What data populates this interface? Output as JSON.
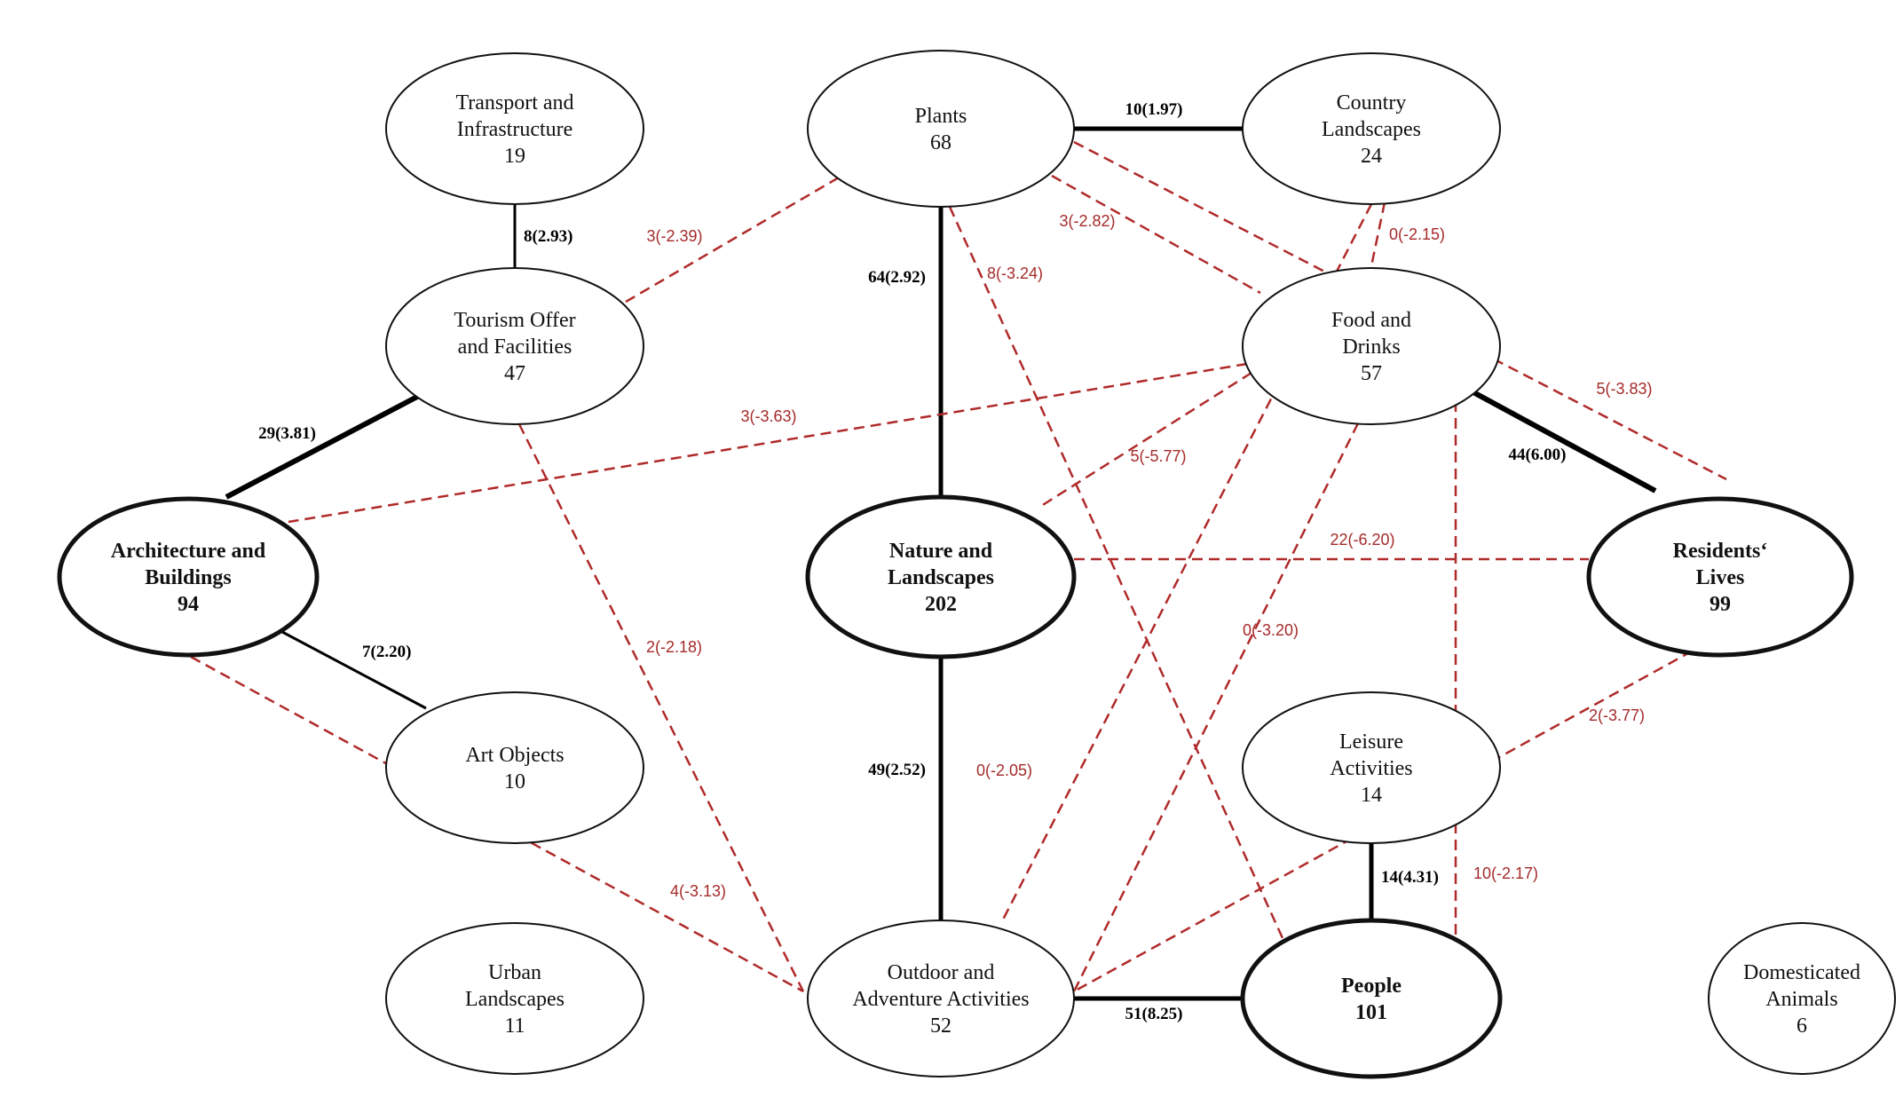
{
  "nodes": [
    {
      "id": "transport",
      "lines": [
        "Transport and",
        "Infrastructure",
        "19"
      ],
      "bold": false
    },
    {
      "id": "plants",
      "lines": [
        "Plants",
        "68"
      ],
      "bold": false
    },
    {
      "id": "country",
      "lines": [
        "Country",
        "Landscapes",
        "24"
      ],
      "bold": false
    },
    {
      "id": "tourism",
      "lines": [
        "Tourism Offer",
        "and Facilities",
        "47"
      ],
      "bold": false
    },
    {
      "id": "food",
      "lines": [
        "Food and",
        "Drinks",
        "57"
      ],
      "bold": false
    },
    {
      "id": "architecture",
      "lines": [
        "Architecture and",
        "Buildings",
        "94"
      ],
      "bold": true
    },
    {
      "id": "nature",
      "lines": [
        "Nature and",
        "Landscapes",
        "202"
      ],
      "bold": true
    },
    {
      "id": "residents",
      "lines": [
        "Residents‘",
        "Lives",
        "99"
      ],
      "bold": true
    },
    {
      "id": "art",
      "lines": [
        "Art Objects",
        "10"
      ],
      "bold": false
    },
    {
      "id": "leisure",
      "lines": [
        "Leisure",
        "Activities",
        "14"
      ],
      "bold": false
    },
    {
      "id": "urban",
      "lines": [
        "Urban",
        "Landscapes",
        "11"
      ],
      "bold": false
    },
    {
      "id": "outdoor",
      "lines": [
        "Outdoor and",
        "Adventure Activities",
        "52"
      ],
      "bold": false
    },
    {
      "id": "people",
      "lines": [
        "People",
        "101"
      ],
      "bold": true
    },
    {
      "id": "domesticated",
      "lines": [
        "Domesticated",
        "Animals",
        "6"
      ],
      "bold": false
    }
  ],
  "edges": [
    {
      "from": "plants",
      "to": "country",
      "label": "10(1.97)",
      "type": "positive",
      "weight": 10
    },
    {
      "from": "transport",
      "to": "tourism",
      "label": "8(2.93)",
      "type": "positive",
      "weight": 8
    },
    {
      "from": "plants",
      "to": "nature",
      "label": "64(2.92)",
      "type": "positive",
      "weight": 64
    },
    {
      "from": "tourism",
      "to": "architecture",
      "label": "29(3.81)",
      "type": "positive",
      "weight": 29
    },
    {
      "from": "food",
      "to": "residents",
      "label": "44(6.00)",
      "type": "positive",
      "weight": 44
    },
    {
      "from": "architecture",
      "to": "art",
      "label": "7(2.20)",
      "type": "positive",
      "weight": 7
    },
    {
      "from": "nature",
      "to": "outdoor",
      "label": "49(2.52)",
      "type": "positive",
      "weight": 49
    },
    {
      "from": "leisure",
      "to": "people",
      "label": "14(4.31)",
      "type": "positive",
      "weight": 14
    },
    {
      "from": "outdoor",
      "to": "people",
      "label": "51(8.25)",
      "type": "positive",
      "weight": 51
    },
    {
      "from": "plants",
      "to": "tourism",
      "label": "3(-2.39)",
      "type": "negative",
      "weight": 3
    },
    {
      "from": "plants",
      "to": "food",
      "label": "3(-2.82)",
      "type": "negative",
      "weight": 3
    },
    {
      "from": "plants",
      "to": "people",
      "label": "8(-3.24)",
      "type": "negative",
      "weight": 8
    },
    {
      "from": "plants",
      "to": "residents",
      "label": "5(-3.83)",
      "type": "negative",
      "weight": 5
    },
    {
      "from": "country",
      "to": "food",
      "label": "0(-2.15)",
      "type": "negative",
      "weight": 0
    },
    {
      "from": "food",
      "to": "architecture",
      "label": "3(-3.63)",
      "type": "negative",
      "weight": 3
    },
    {
      "from": "food",
      "to": "nature",
      "label": "5(-5.77)",
      "type": "negative",
      "weight": 5
    },
    {
      "from": "nature",
      "to": "residents",
      "label": "22(-6.20)",
      "type": "negative",
      "weight": 22
    },
    {
      "from": "food",
      "to": "outdoor",
      "label": "0(-3.20)",
      "type": "negative",
      "weight": 0
    },
    {
      "from": "country",
      "to": "outdoor",
      "label": "0(-2.05)",
      "type": "negative",
      "weight": 0
    },
    {
      "from": "tourism",
      "to": "outdoor",
      "label": "2(-2.18)",
      "type": "negative",
      "weight": 2
    },
    {
      "from": "architecture",
      "to": "outdoor",
      "label": "4(-3.13)",
      "type": "negative",
      "weight": 4
    },
    {
      "from": "residents",
      "to": "outdoor",
      "label": "2(-3.77)",
      "type": "negative",
      "weight": 2
    },
    {
      "from": "food",
      "to": "people",
      "label": "10(-2.17)",
      "type": "negative",
      "weight": 10
    }
  ],
  "colors": {
    "positive": "#000000",
    "negative": "#b02a2a",
    "negative_label": "#a52a2a"
  }
}
